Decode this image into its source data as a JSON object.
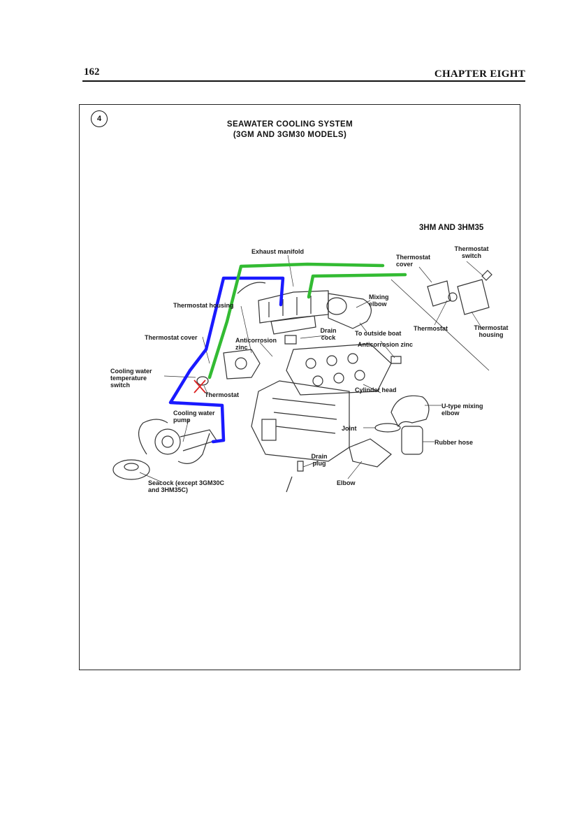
{
  "page": {
    "number": "162",
    "chapter": "CHAPTER EIGHT"
  },
  "figure": {
    "number": "4",
    "title_line1": "SEAWATER COOLING SYSTEM",
    "title_line2": "(3GM AND 3GM30 MODELS)",
    "subtitle": "3HM AND 3HM35"
  },
  "labels": {
    "exhaust_manifold": "Exhaust manifold",
    "thermostat_housing": "Thermostat housing",
    "thermostat_cover": "Thermostat cover",
    "anticorrosion_zinc": "Anticorrosion zinc",
    "drain_cock": "Drain cock",
    "to_outside_boat": "To outside boat",
    "anticorrosion_zinc_right": "Anticorrosion zinc",
    "mixing_elbow": "Mixing elbow",
    "cooling_water_temp_switch": "Cooling water temperature switch",
    "thermostat": "Thermostat",
    "cylinder_head": "Cylinder head",
    "cooling_water_pump": "Cooling water pump",
    "seacock": "Seacock (except 3GM30C and 3HM35C)",
    "drain_plug": "Drain plug",
    "joint": "Joint",
    "elbow": "Elbow",
    "u_type_mixing_elbow": "U-type mixing elbow",
    "rubber_hose": "Rubber hose",
    "hm_thermostat_cover": "Thermostat cover",
    "hm_thermostat_switch": "Thermostat switch",
    "hm_thermostat": "Thermostat",
    "hm_thermostat_housing": "Thermostat housing"
  },
  "annotations": {
    "blue_path_color": "#1a1aff",
    "green_path_color": "#33bb33",
    "cross_mark_color": "#dd2222"
  }
}
